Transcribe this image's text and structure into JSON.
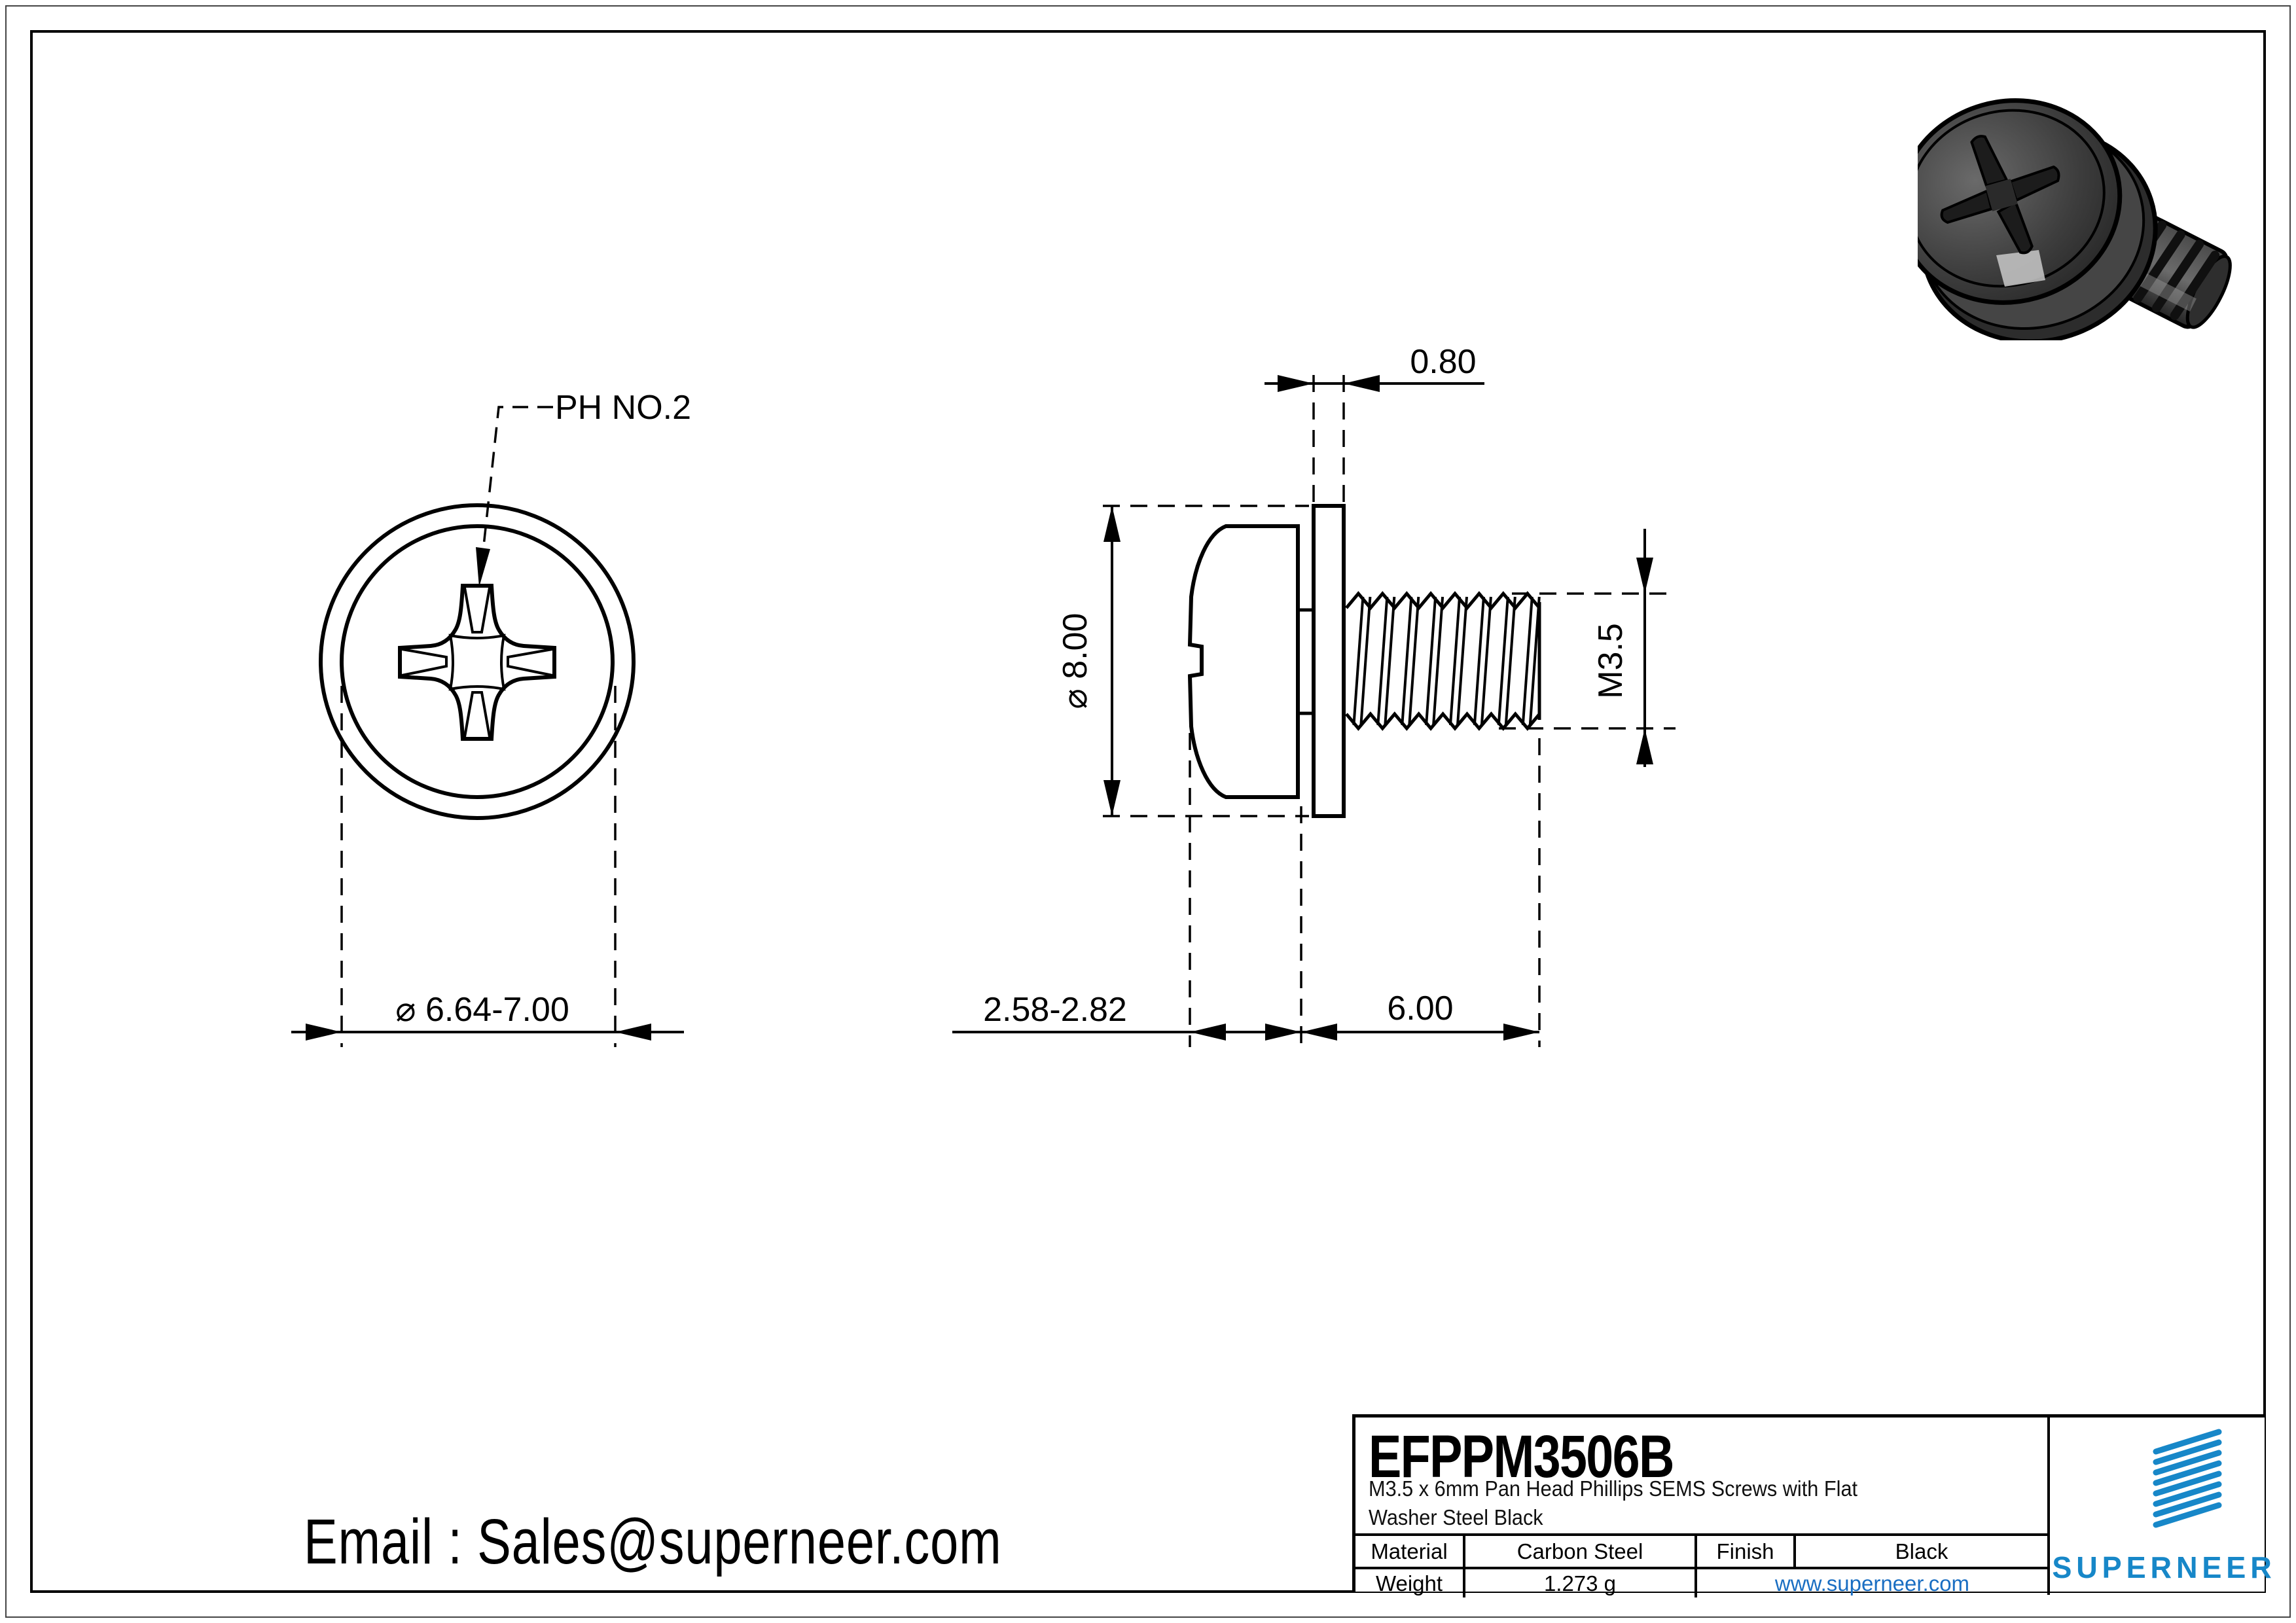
{
  "part": {
    "number": "EFPPM3506B",
    "description_line1": "M3.5 x 6mm Pan Head Phillips SEMS Screws with Flat",
    "description_line2": "Washer Steel Black"
  },
  "title_block": {
    "material_label": "Material",
    "material_value": "Carbon Steel",
    "finish_label": "Finish",
    "finish_value": "Black",
    "weight_label": "Weight",
    "weight_value": "1.273 g",
    "website": "www.superneer.com",
    "brand": "SUPERNEER"
  },
  "contact": {
    "email_line": "Email : Sales@superneer.com"
  },
  "dimensions": {
    "drive_label": "PH NO.2",
    "head_diameter_label": "⌀ 6.64-7.00",
    "washer_thickness_label": "0.80",
    "washer_diameter_label": "⌀ 8.00",
    "thread_label": "M3.5",
    "head_height_label": "2.58-2.82",
    "thread_length_label": "6.00"
  },
  "colors": {
    "accent_blue": "#1787c8",
    "link_blue": "#1a6ec2",
    "line_black": "#000000"
  }
}
